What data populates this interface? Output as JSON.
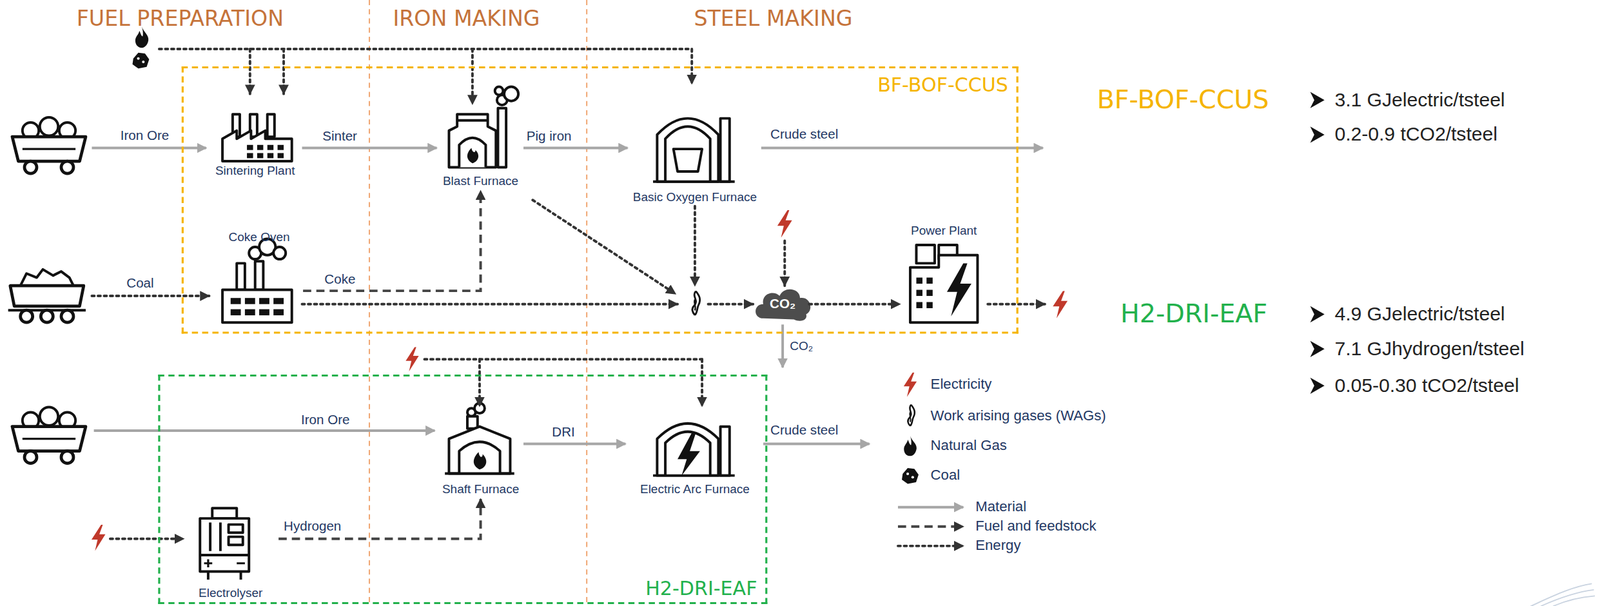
{
  "diagram": {
    "nodes": [
      {
        "text": [
          "BF-BOF-CCUS"
        ]
      },
      {
        "text": [
          "Sintering Plant"
        ],
        "in": 0
      },
      {
        "text": [
          "Blast Furnace"
        ],
        "in": 0
      },
      {
        "text": [
          "Basic Oxygen Furnace"
        ],
        "in": 0
      },
      {
        "text": [
          "Coke Oven"
        ],
        "in": 0
      },
      {
        "text": [
          "CO₂"
        ],
        "in": 0
      },
      {
        "text": [
          "Power Plant"
        ],
        "in": 0
      },
      {
        "text": [
          "H2-DRI-EAF"
        ]
      },
      {
        "text": [
          "Shaft Furnace"
        ],
        "in": 7
      },
      {
        "text": [
          "Electric Arc Furnace"
        ],
        "in": 7
      },
      {
        "text": [
          "Electrolyser"
        ],
        "in": 7
      }
    ],
    "edges": [
      {
        "from": 1,
        "to": 2,
        "label": "Sinter",
        "arrow": "to"
      },
      {
        "from": 2,
        "to": 3,
        "label": "Pig iron",
        "arrow": "to"
      },
      {
        "from": 4,
        "to": 2,
        "label": "Coke",
        "arrow": "to"
      },
      {
        "from": 5,
        "to": 6,
        "arrow": "to"
      },
      {
        "from": 8,
        "to": 9,
        "label": "DRI",
        "arrow": "to"
      },
      {
        "from": 10,
        "to": 8,
        "label": "Hydrogen",
        "arrow": "to"
      }
    ],
    "labels": [
      "FUEL PREPARATION",
      "IRON MAKING",
      "STEEL MAKING",
      "Iron Ore",
      "Crude steel",
      "Coal",
      "CO₂",
      "Iron Ore",
      "Crude steel",
      "BF-BOF-CCUS",
      "3.1 GJelectric/tsteel",
      "0.2-0.9 tCO2/tsteel",
      "H2-DRI-EAF",
      "4.9 GJelectric/tsteel",
      "7.1 GJhydrogen/tsteel",
      "0.05-0.30 tCO2/tsteel"
    ],
    "legend": [
      {
        "text": "Electricity"
      },
      {
        "text": "Work arising gases (WAGs)"
      },
      {
        "text": "Natural Gas"
      },
      {
        "text": "Coal"
      },
      {
        "text": "Material"
      },
      {
        "text": "Fuel and feedstock"
      },
      {
        "text": "Energy"
      }
    ]
  }
}
